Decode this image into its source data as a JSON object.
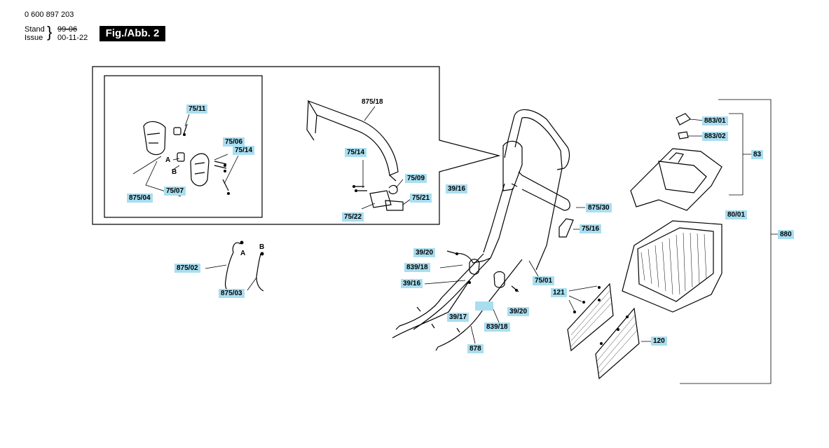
{
  "header": {
    "part_number": "0 600 897 203",
    "stand_label": "Stand",
    "issue_label": "Issue",
    "old_date": "99-06",
    "new_date": "00-11-22",
    "figure": "Fig./Abb. 2"
  },
  "callouts": [
    {
      "id": "c1",
      "text": "75/11"
    },
    {
      "id": "c2",
      "text": "75/06"
    },
    {
      "id": "c3",
      "text": "75/14"
    },
    {
      "id": "c4",
      "text": "75/07"
    },
    {
      "id": "c5",
      "text": "875/04"
    },
    {
      "id": "c6",
      "text": "75/14"
    },
    {
      "id": "c7",
      "text": "75/09"
    },
    {
      "id": "c8",
      "text": "75/21"
    },
    {
      "id": "c9",
      "text": "75/22"
    },
    {
      "id": "c10",
      "text": "39/16"
    },
    {
      "id": "c11",
      "text": "875/30"
    },
    {
      "id": "c12",
      "text": "75/16"
    },
    {
      "id": "c13",
      "text": "883/01"
    },
    {
      "id": "c14",
      "text": "883/02"
    },
    {
      "id": "c15",
      "text": "83"
    },
    {
      "id": "c16",
      "text": "80/01"
    },
    {
      "id": "c17",
      "text": "880"
    },
    {
      "id": "c18",
      "text": "875/02"
    },
    {
      "id": "c19",
      "text": "875/03"
    },
    {
      "id": "c20",
      "text": "39/20"
    },
    {
      "id": "c21",
      "text": "839/18"
    },
    {
      "id": "c22",
      "text": "39/16"
    },
    {
      "id": "c23",
      "text": "75/01"
    },
    {
      "id": "c24",
      "text": "121"
    },
    {
      "id": "c25",
      "text": "39/20"
    },
    {
      "id": "c26",
      "text": "39/17"
    },
    {
      "id": "c27",
      "text": "839/18"
    },
    {
      "id": "c28",
      "text": "878"
    },
    {
      "id": "c29",
      "text": "120"
    },
    {
      "id": "c30",
      "text": ""
    }
  ],
  "plain_labels": [
    {
      "id": "p1",
      "text": "875/18"
    },
    {
      "id": "p2",
      "text": "A"
    },
    {
      "id": "p3",
      "text": "B"
    },
    {
      "id": "p4",
      "text": "A"
    },
    {
      "id": "p5",
      "text": "B"
    }
  ],
  "colors": {
    "callout_bg": "#a9def0",
    "line": "#000000",
    "badge_bg": "#000000"
  }
}
